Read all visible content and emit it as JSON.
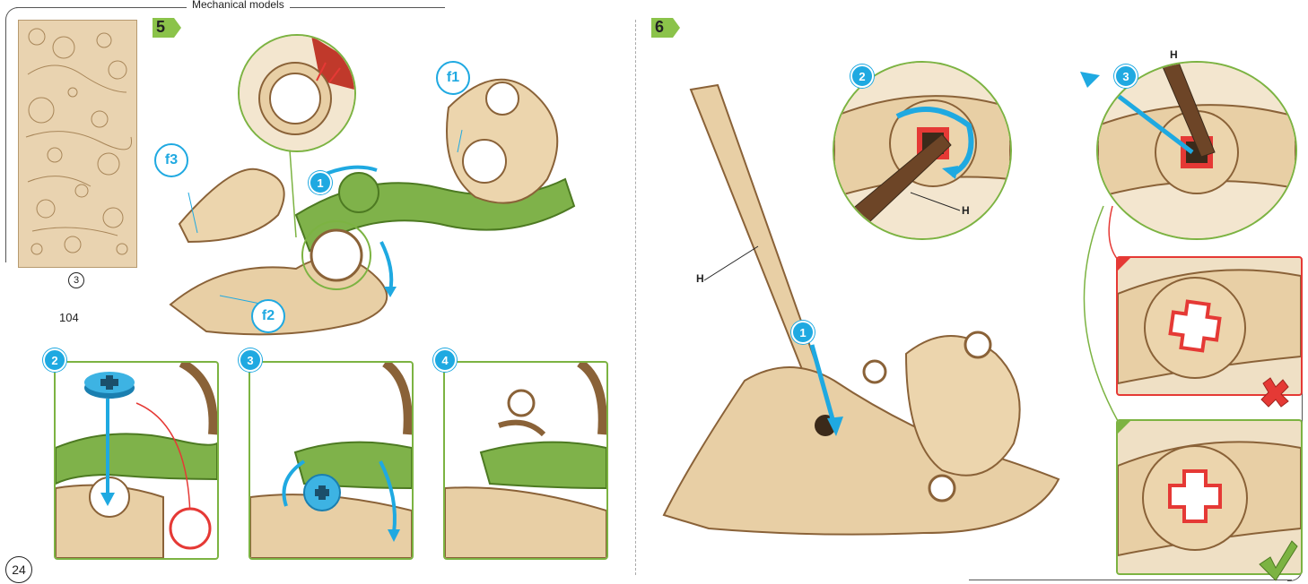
{
  "header": {
    "title": "Mechanical models"
  },
  "page": {
    "number": "24"
  },
  "sheet": {
    "number": "3"
  },
  "steps": {
    "step5": {
      "number": "5"
    },
    "step6": {
      "number": "6"
    }
  },
  "step5_callouts": {
    "f1": "f1",
    "f2": "f2",
    "f3": "f3",
    "sub1": "1"
  },
  "step5_panels": [
    {
      "number": "2",
      "part_label": "104"
    },
    {
      "number": "3"
    },
    {
      "number": "4"
    }
  ],
  "step6_callouts": {
    "sub1": "1",
    "sub2": "2",
    "sub3": "3"
  },
  "step6_labels": {
    "tool_main": "H",
    "tool_detail2": "H",
    "tool_detail3": "H"
  },
  "colors": {
    "accent": "#1fa9e1",
    "green": "#7cb342",
    "wood": "#e9d3b0",
    "error": "#e53935"
  },
  "icons": [
    "cross-icon",
    "check-icon",
    "arrow-icon"
  ]
}
